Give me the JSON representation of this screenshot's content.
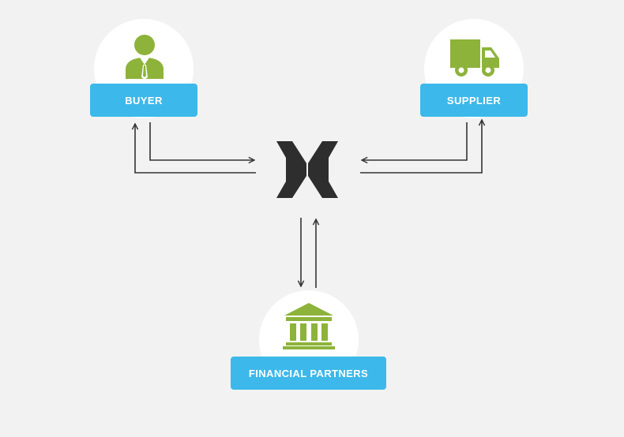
{
  "colors": {
    "background": "#f2f2f2",
    "circle": "#ffffff",
    "label_fill": "#3db8ea",
    "label_text": "#ffffff",
    "icon_green": "#8db33a",
    "arrow": "#333333",
    "hub": "#2e2e2e"
  },
  "nodes": {
    "buyer": {
      "label": "BUYER",
      "icon": "person-icon"
    },
    "supplier": {
      "label": "SUPPLIER",
      "icon": "truck-icon"
    },
    "financial": {
      "label": "FINANCIAL PARTNERS",
      "icon": "bank-icon"
    }
  },
  "hub": {
    "icon": "exchange-logo-icon"
  }
}
